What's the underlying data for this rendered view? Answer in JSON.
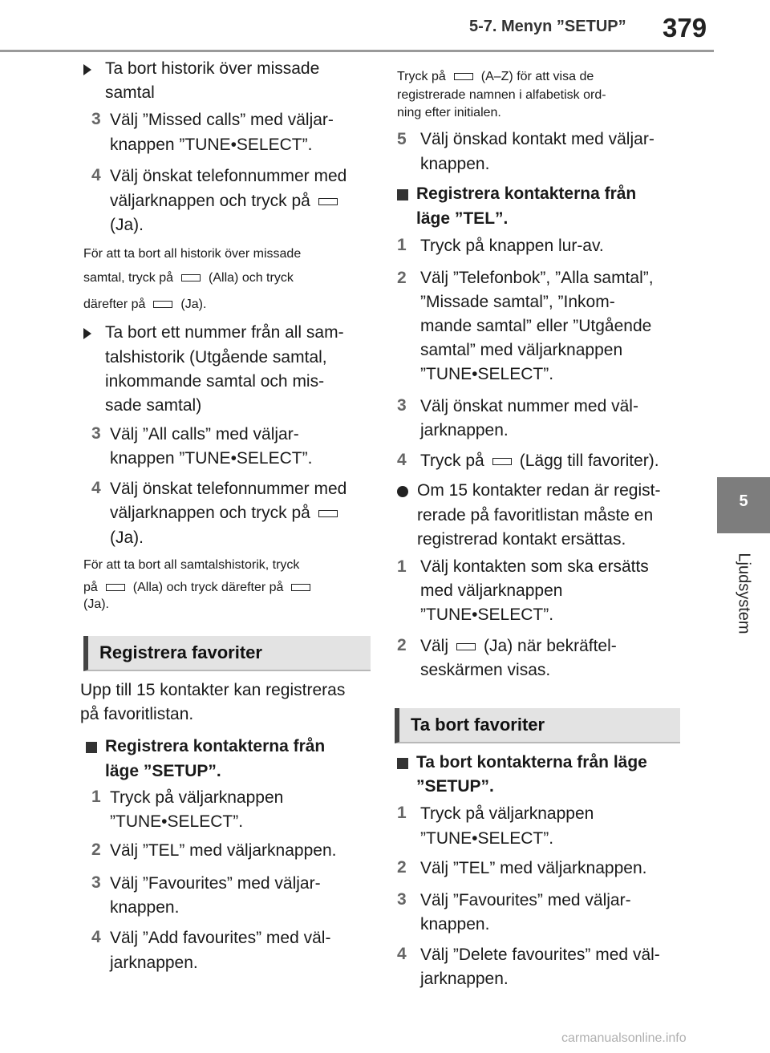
{
  "header": {
    "section_title": "5-7. Menyn ”SETUP”",
    "page_number": "379"
  },
  "side_tab": {
    "chapter_number": "5",
    "chapter_name": "Ljudsystem"
  },
  "left": {
    "h1": [
      "Ta bort historik över missade",
      "samtal"
    ],
    "s1_3": [
      "Välj ”Missed calls” med väljar-",
      "knappen ”TUNE•SELECT”."
    ],
    "s1_4": [
      "Välj önskat telefonnummer med",
      "väljarknappen och tryck på",
      "(Ja)."
    ],
    "note1": [
      "För att ta bort all historik över missade",
      "samtal, tryck på",
      "(Alla) och tryck",
      "därefter på",
      "(Ja)."
    ],
    "h2": [
      "Ta bort ett nummer från all sam-",
      "talshistorik (Utgående samtal,",
      "inkommande samtal och mis-",
      "sade samtal)"
    ],
    "s2_3": [
      "Välj ”All calls” med väljar-",
      "knappen ”TUNE•SELECT”."
    ],
    "s2_4": [
      "Välj önskat telefonnummer med",
      "väljarknappen och tryck på",
      "(Ja)."
    ],
    "note2": [
      "För att ta bort all samtalshistorik, tryck",
      "på",
      "(Alla) och tryck därefter på",
      "(Ja)."
    ],
    "section_reg": "Registrera favoriter",
    "intro": [
      "Upp till 15 kontakter kan registreras",
      "på favoritlistan."
    ],
    "sub_setup": [
      "Registrera kontakterna från",
      "läge ”SETUP”."
    ],
    "r1": [
      "Tryck på väljarknappen",
      "”TUNE•SELECT”."
    ],
    "r2": "Välj ”TEL” med väljarknappen.",
    "r3": [
      "Välj ”Favourites” med väljar-",
      "knappen."
    ],
    "r4": [
      "Välj ”Add favourites” med väl-",
      "jarknappen."
    ]
  },
  "right": {
    "note3": [
      "Tryck på",
      "(A–Z) för att visa de",
      "registrerade namnen i alfabetisk ord-",
      "ning efter initialen."
    ],
    "r5": [
      "Välj önskad kontakt med väljar-",
      "knappen."
    ],
    "sub_tel": [
      "Registrera kontakterna från",
      "läge ”TEL”."
    ],
    "t1": "Tryck på knappen lur-av.",
    "t2": [
      "Välj ”Telefonbok”, ”Alla samtal”,",
      "”Missade samtal”, ”Inkom-",
      "mande samtal” eller ”Utgående",
      "samtal” med väljarknappen",
      "”TUNE•SELECT”."
    ],
    "t3": [
      "Välj önskat nummer med väl-",
      "jarknappen."
    ],
    "t4": [
      "Tryck på",
      "(Lägg till favoriter)."
    ],
    "bullet": [
      "Om 15 kontakter redan är regist-",
      "rerade på favoritlistan måste en",
      "registrerad kontakt ersättas."
    ],
    "b1": [
      "Välj kontakten som ska ersätts",
      "med väljarknappen",
      "”TUNE•SELECT”."
    ],
    "b2": [
      "Välj",
      "(Ja) när bekräftel-",
      "seskärmen visas."
    ],
    "section_del": "Ta bort favoriter",
    "sub_del": [
      "Ta bort kontakterna från läge",
      "”SETUP”."
    ],
    "d1": [
      "Tryck på väljarknappen",
      "”TUNE•SELECT”."
    ],
    "d2": "Välj ”TEL” med väljarknappen.",
    "d3": [
      "Välj ”Favourites” med väljar-",
      "knappen."
    ],
    "d4": [
      "Välj ”Delete favourites” med väl-",
      "jarknappen."
    ]
  },
  "step_numbers": [
    "1",
    "2",
    "3",
    "4",
    "5"
  ],
  "watermark": "carmanualsonline.info"
}
